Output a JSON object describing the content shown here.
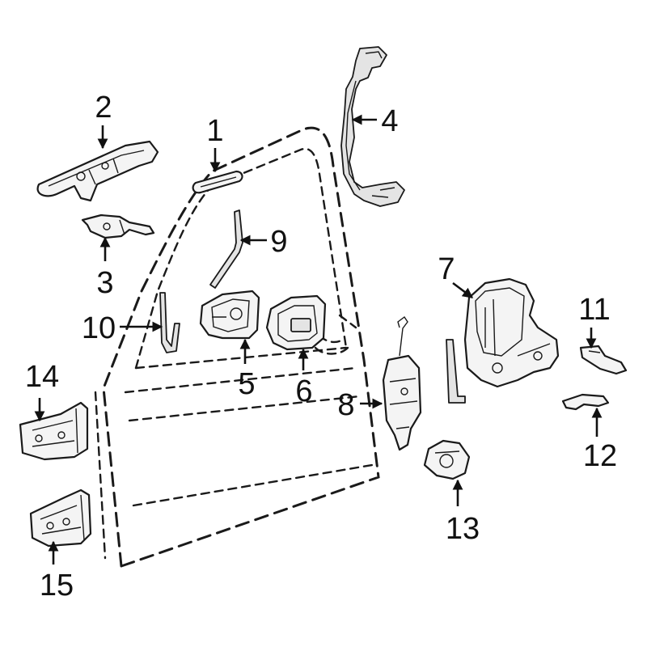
{
  "diagram": {
    "callouts": [
      {
        "id": "1",
        "text": "1"
      },
      {
        "id": "2",
        "text": "2"
      },
      {
        "id": "3",
        "text": "3"
      },
      {
        "id": "4",
        "text": "4"
      },
      {
        "id": "5",
        "text": "5"
      },
      {
        "id": "6",
        "text": "6"
      },
      {
        "id": "7",
        "text": "7"
      },
      {
        "id": "8",
        "text": "8"
      },
      {
        "id": "9",
        "text": "9"
      },
      {
        "id": "10",
        "text": "10"
      },
      {
        "id": "11",
        "text": "11"
      },
      {
        "id": "12",
        "text": "12"
      },
      {
        "id": "13",
        "text": "13"
      },
      {
        "id": "14",
        "text": "14"
      },
      {
        "id": "15",
        "text": "15"
      }
    ],
    "colors": {
      "line": "#1a1a1a",
      "fill": "#f4f4f4",
      "background": "#ffffff"
    }
  }
}
